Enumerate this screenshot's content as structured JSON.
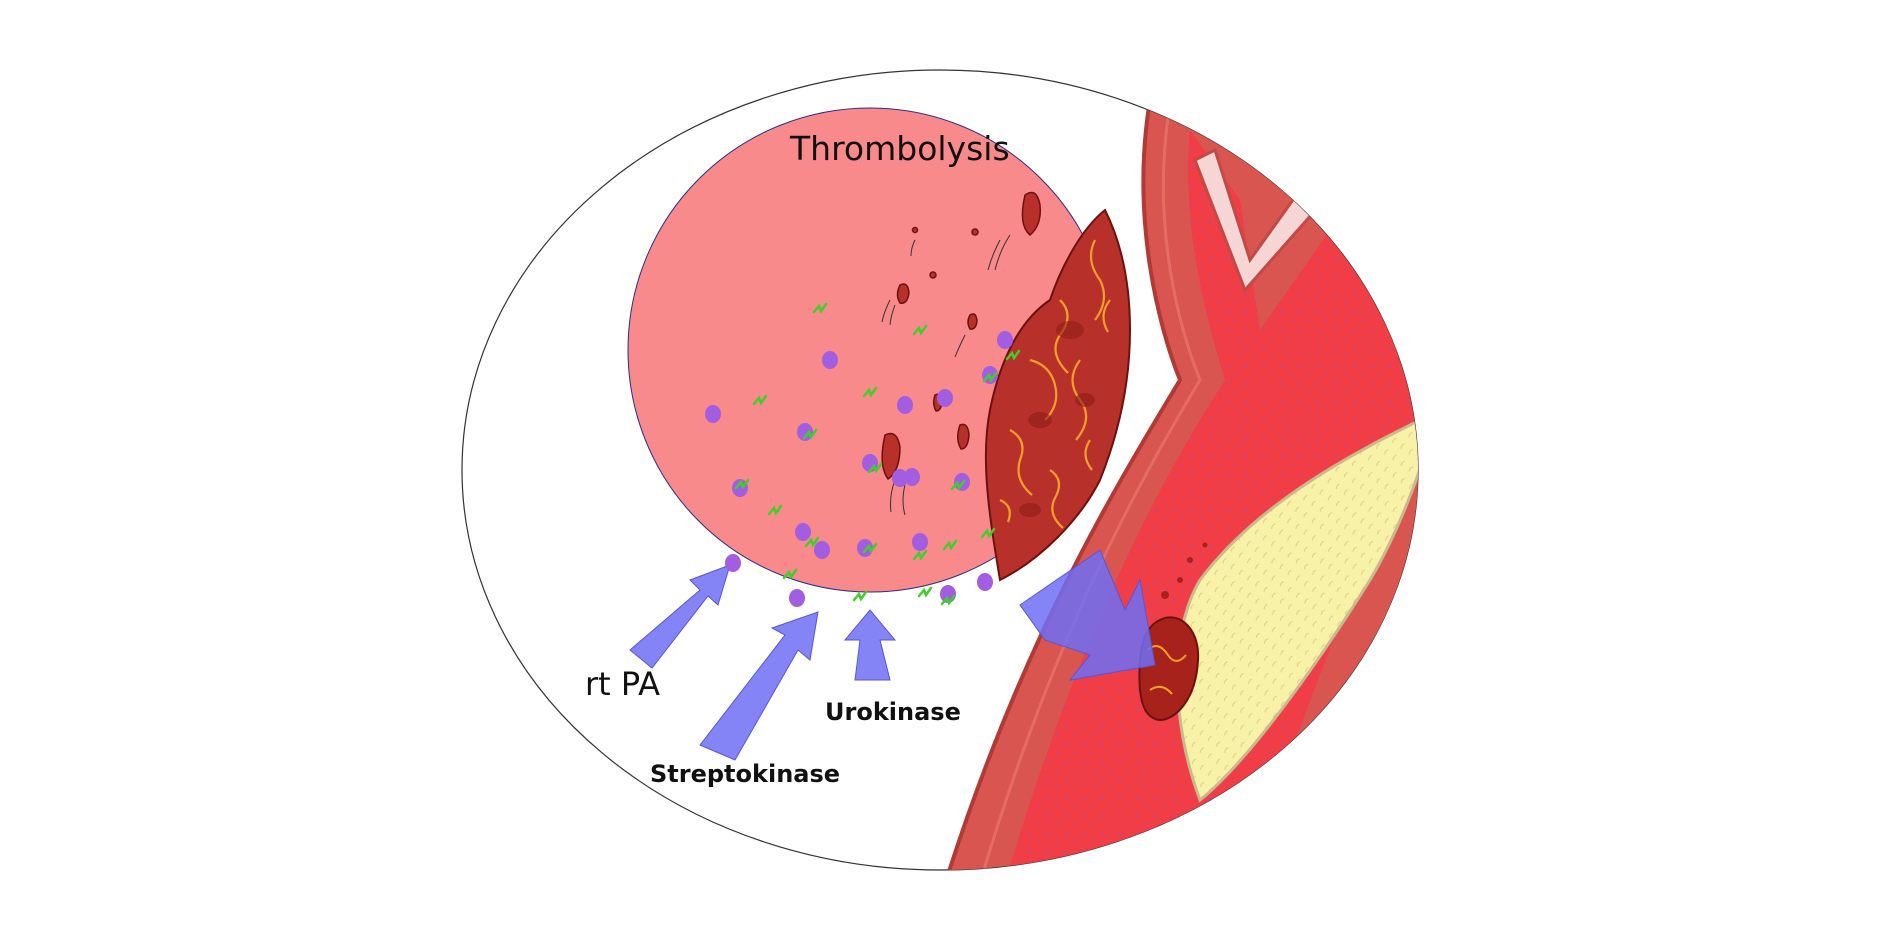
{
  "title": "Thrombolysis",
  "labels": {
    "rtpa": "rt PA",
    "streptokinase": "Streptokinase",
    "urokinase": "Urokinase"
  },
  "colors": {
    "magnified_field": "#f98a8c",
    "blood": "#f4383f",
    "vessel_wall": "#d8534f",
    "plaque": "#f8f1a8",
    "clot": "#a8221c",
    "fibrin": "#f0a028",
    "arrow": "#6f6ff5",
    "plasminogen": "#a35de0",
    "activator": "#3fcf2a"
  }
}
